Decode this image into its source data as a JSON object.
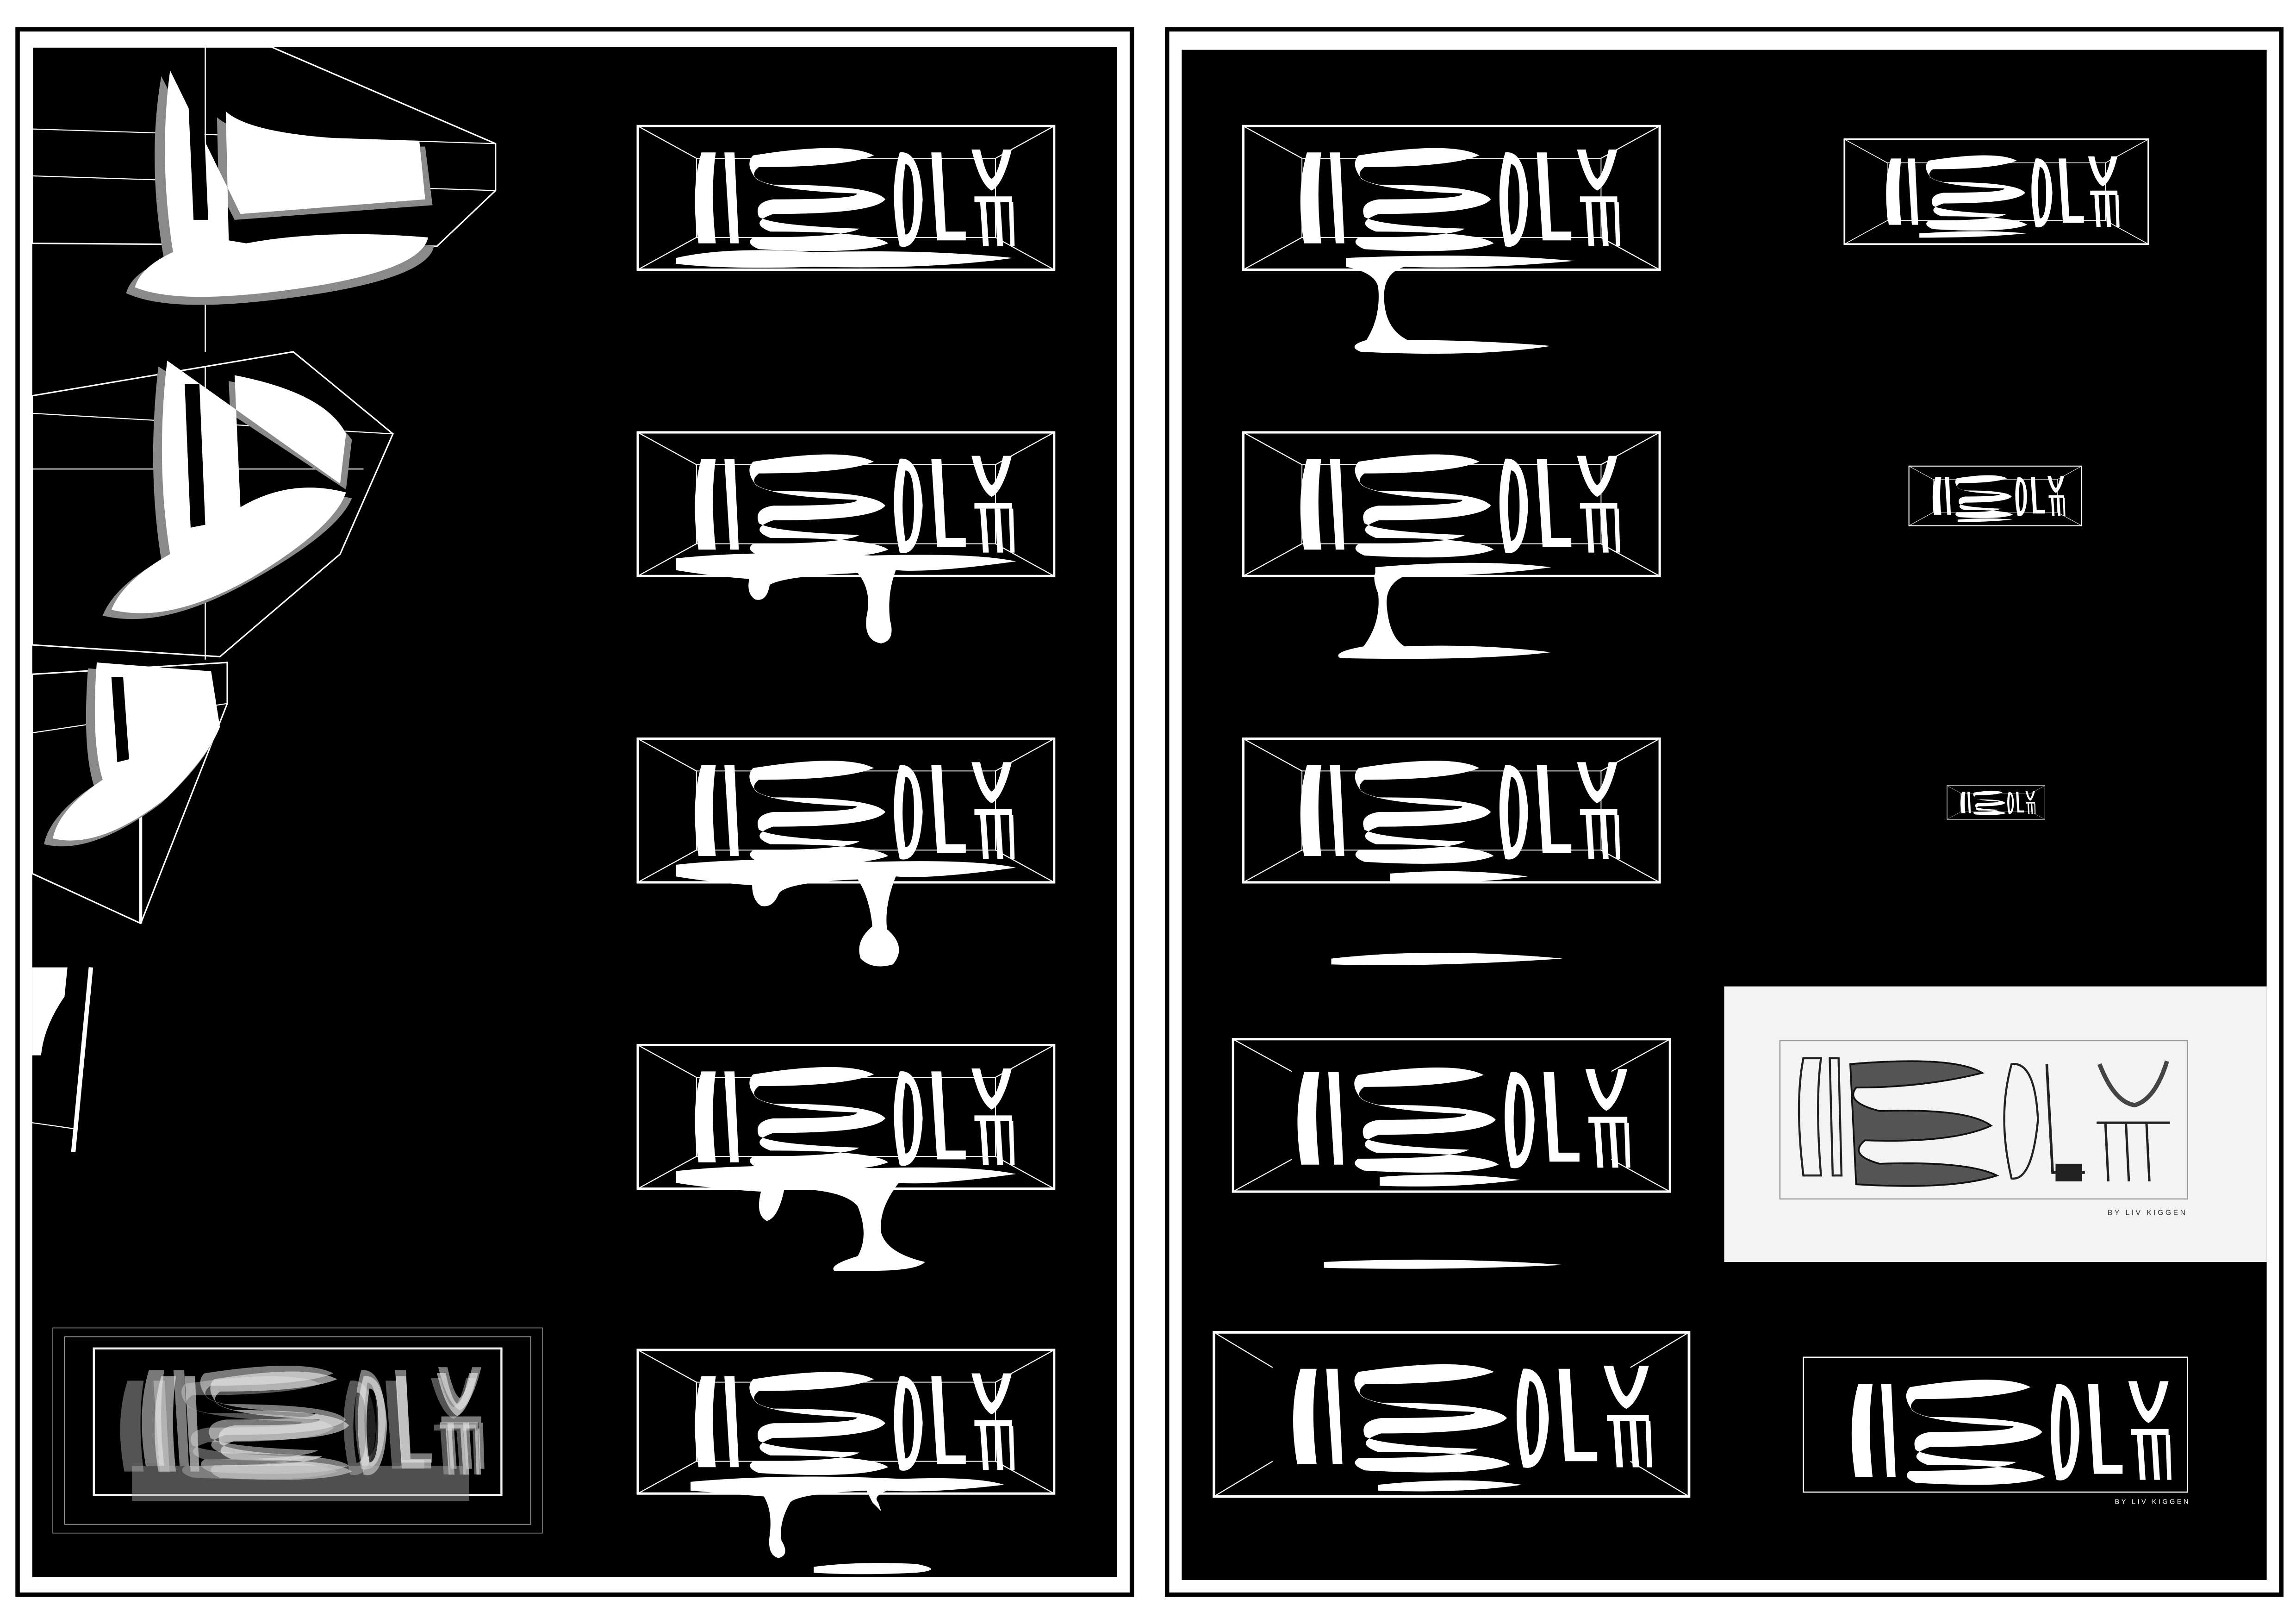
{
  "spreads": [
    {
      "name": "left-board",
      "panels": []
    },
    {
      "name": "right-board",
      "credits": [
        {
          "text": "BY LIV KIGGEN"
        },
        {
          "text": "BY LIV KIGGEN"
        }
      ]
    }
  ],
  "colors": {
    "page": "#ffffff",
    "board": "#000000",
    "ink": "#ffffff",
    "shadow": "#8a8a8a",
    "light_panel": "#f3f3f3"
  }
}
